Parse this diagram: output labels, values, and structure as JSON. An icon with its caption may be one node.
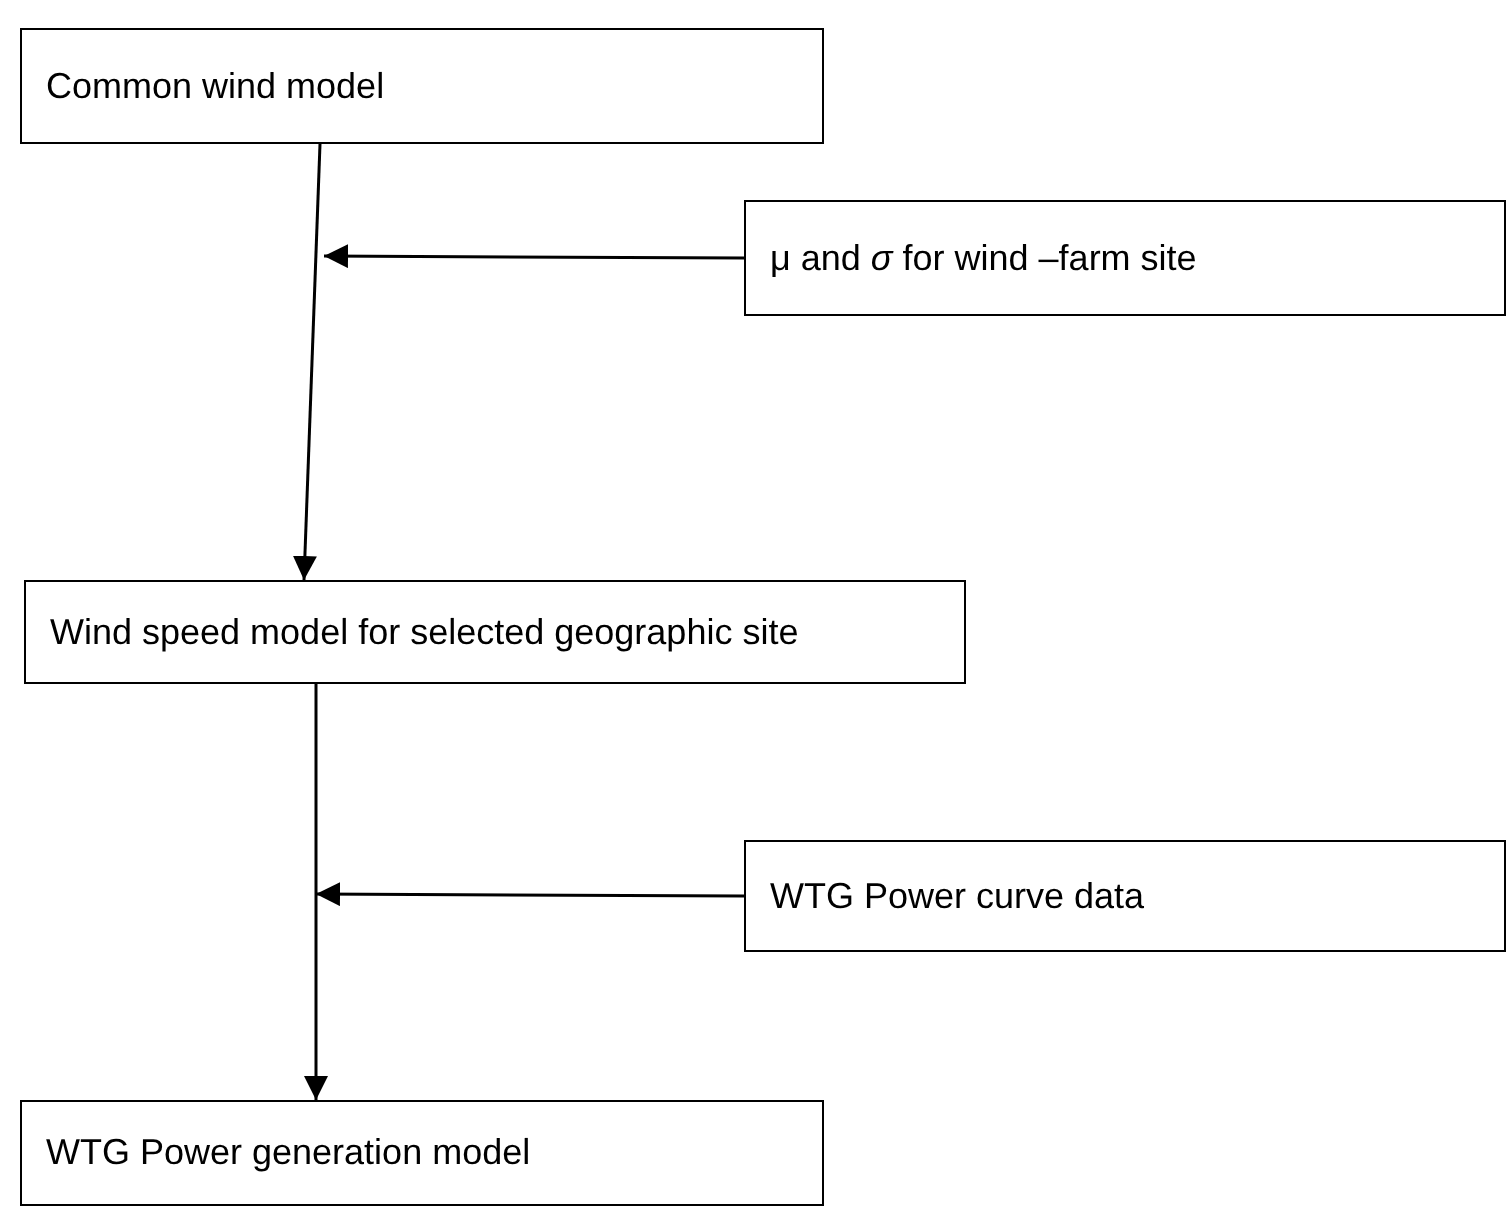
{
  "diagram": {
    "nodes": [
      {
        "text": [
          "Common wind model"
        ]
      },
      {
        "text": [
          "μ and *σ* for wind –farm site"
        ]
      },
      {
        "text": [
          "Wind speed model  for selected geographic site"
        ]
      },
      {
        "text": [
          "WTG Power curve data"
        ]
      },
      {
        "text": [
          "WTG Power generation model"
        ]
      }
    ],
    "edges": [
      {
        "from": 0,
        "to": 2,
        "arrow": "to"
      },
      {
        "from": 1,
        "to": null,
        "arrow": "to"
      },
      {
        "from": 2,
        "to": 4,
        "arrow": "to"
      },
      {
        "from": 3,
        "to": null,
        "arrow": "to"
      }
    ]
  }
}
